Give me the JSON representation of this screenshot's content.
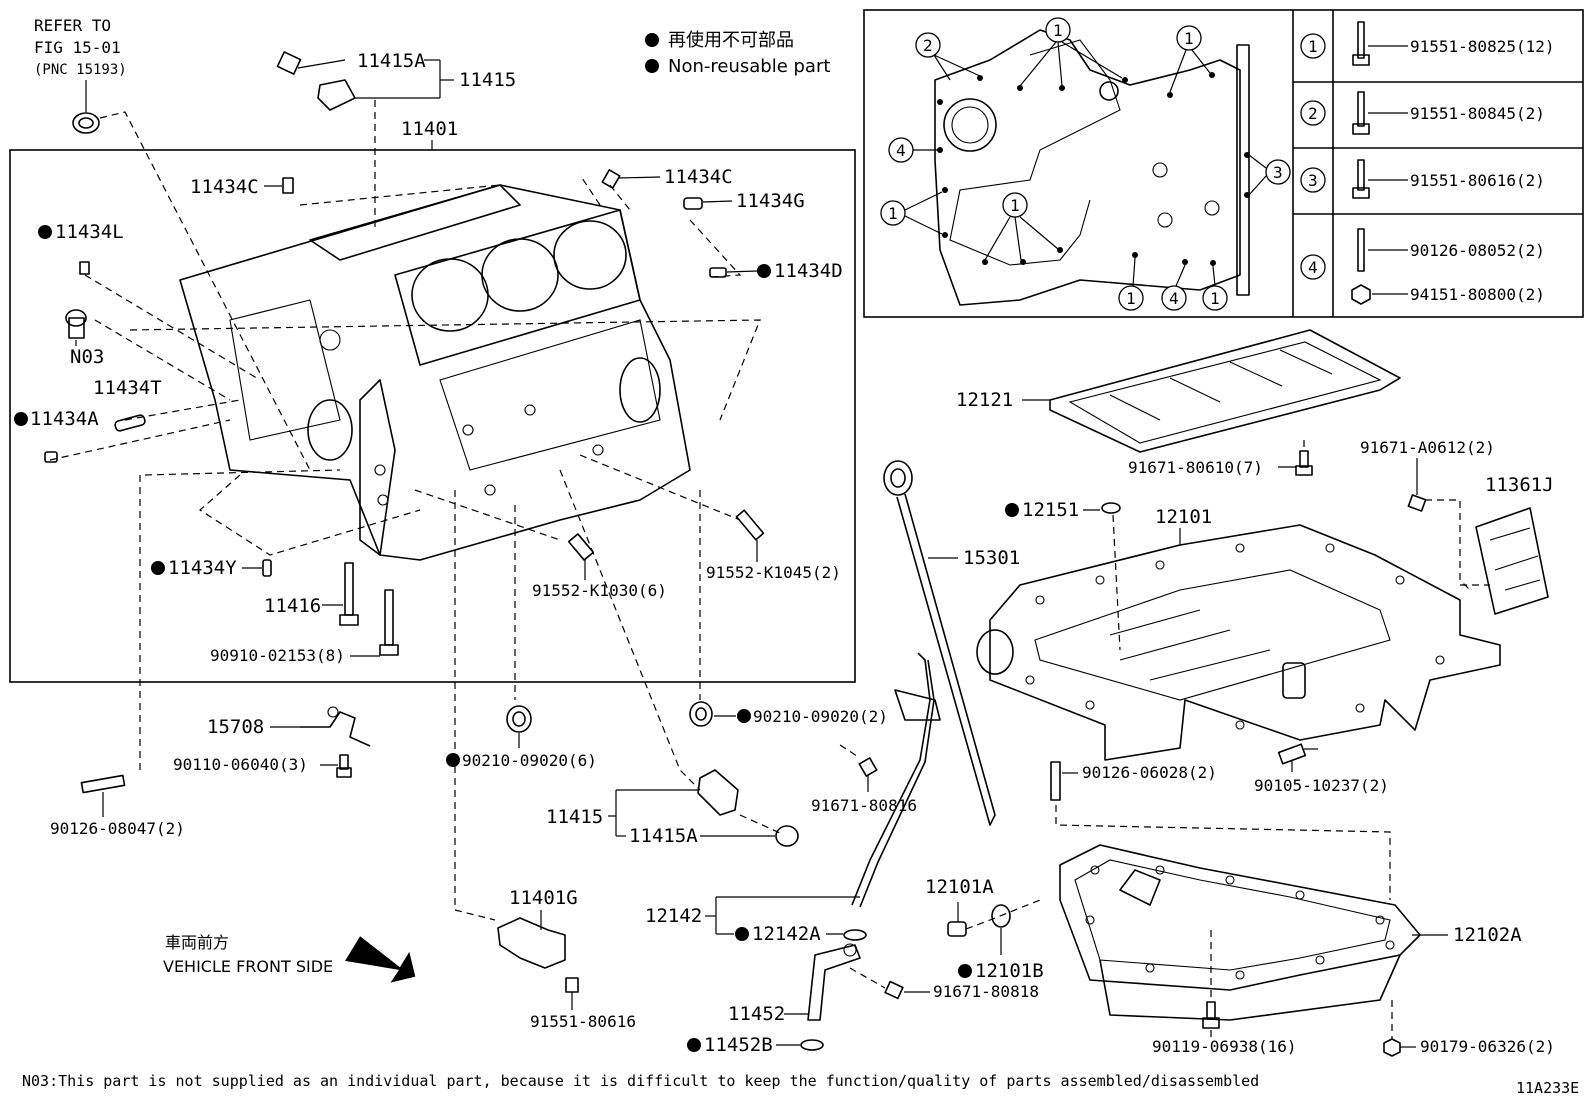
{
  "header": {
    "refer_line1": "REFER TO",
    "refer_line2": "FIG 15-01",
    "refer_line3": "(PNC 15193)"
  },
  "legend": {
    "jp_text": "再使用不可部品",
    "en_text": "Non-reusable part"
  },
  "parts": {
    "p11415A_top": "11415A",
    "p11415_top": "11415",
    "p11401": "11401",
    "p11434C_left": "11434C",
    "p11434C_right": "11434C",
    "p11434G": "11434G",
    "p11434L": "11434L",
    "p11434D": "11434D",
    "pN03": "N03",
    "p11434T": "11434T",
    "p11434A": "11434A",
    "p11434Y": "11434Y",
    "p11416": "11416",
    "p90910": "90910-02153(8)",
    "p91552_1030": "91552-K1030(6)",
    "p91552_1045": "91552-K1045(2)",
    "p15708": "15708",
    "p90110": "90110-06040(3)",
    "p90126_08047": "90126-08047(2)",
    "p90210_6": "90210-09020(6)",
    "p90210_2": "90210-09020(2)",
    "p11415_bot": "11415",
    "p11415A_bot": "11415A",
    "p91671_80816": "91671-80816",
    "p11401G": "11401G",
    "p91551_80616": "91551-80616",
    "p12142": "12142",
    "p12142A": "12142A",
    "p11452": "11452",
    "p11452B": "11452B",
    "p91671_80818": "91671-80818",
    "p12101A": "12101A",
    "p12101B": "12101B",
    "p12121": "12121",
    "p91671_80610": "91671-80610(7)",
    "p91671_A0612": "91671-A0612(2)",
    "p11361J": "11361J",
    "p12151": "12151",
    "p12101": "12101",
    "p15301": "15301",
    "p90126_06028": "90126-06028(2)",
    "p90105": "90105-10237(2)",
    "p12102A": "12102A",
    "p90119": "90119-06938(16)",
    "p90179": "90179-06326(2)"
  },
  "bolt_table": {
    "rows": [
      {
        "index": "1",
        "parts": [
          "91551-80825(12)"
        ]
      },
      {
        "index": "2",
        "parts": [
          "91551-80845(2)"
        ]
      },
      {
        "index": "3",
        "parts": [
          "91551-80616(2)"
        ]
      },
      {
        "index": "4",
        "parts": [
          "90126-08052(2)",
          "94151-80800(2)"
        ]
      }
    ]
  },
  "inset_callouts": [
    "1",
    "2",
    "3",
    "4"
  ],
  "direction": {
    "jp_text": "車両前方",
    "en_text": "VEHICLE FRONT SIDE"
  },
  "footnote": "N03:This part is not supplied as an individual part, because it is difficult to keep the function/quality of parts assembled/disassembled",
  "figure_code": "11A233E"
}
